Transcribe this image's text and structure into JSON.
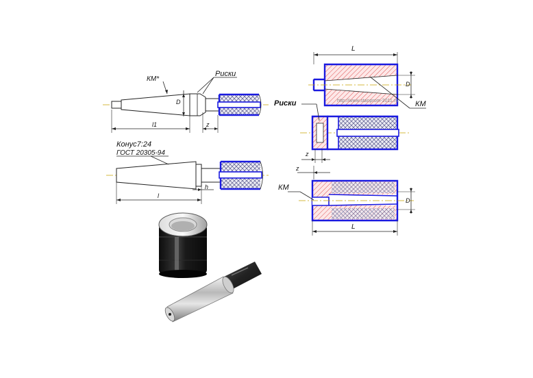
{
  "labels": {
    "km_star": "КМ*",
    "riski_top": "Риски",
    "d_top": "D",
    "l1": "l1",
    "z_top": "z",
    "cone_title": "Конус7:24",
    "gost": "ГОСТ 20305-94",
    "l_bottom": "l",
    "h": "h",
    "l_right_top": "L",
    "d_right_top": "D",
    "km_right_top": "КМ",
    "watermark": "http://www.stanprom-2011.ru",
    "riski_mid": "Риски",
    "z_mid": "z",
    "z_lower": "z",
    "km_lower": "КМ",
    "d_lower": "D",
    "l_lower": "L"
  },
  "colors": {
    "outline_blue": "#1a1ae0",
    "hatch_red": "#e05050",
    "axis_yellow": "#c9a200",
    "sleeve_black": "#141414",
    "steel": "#c8c8c8"
  }
}
